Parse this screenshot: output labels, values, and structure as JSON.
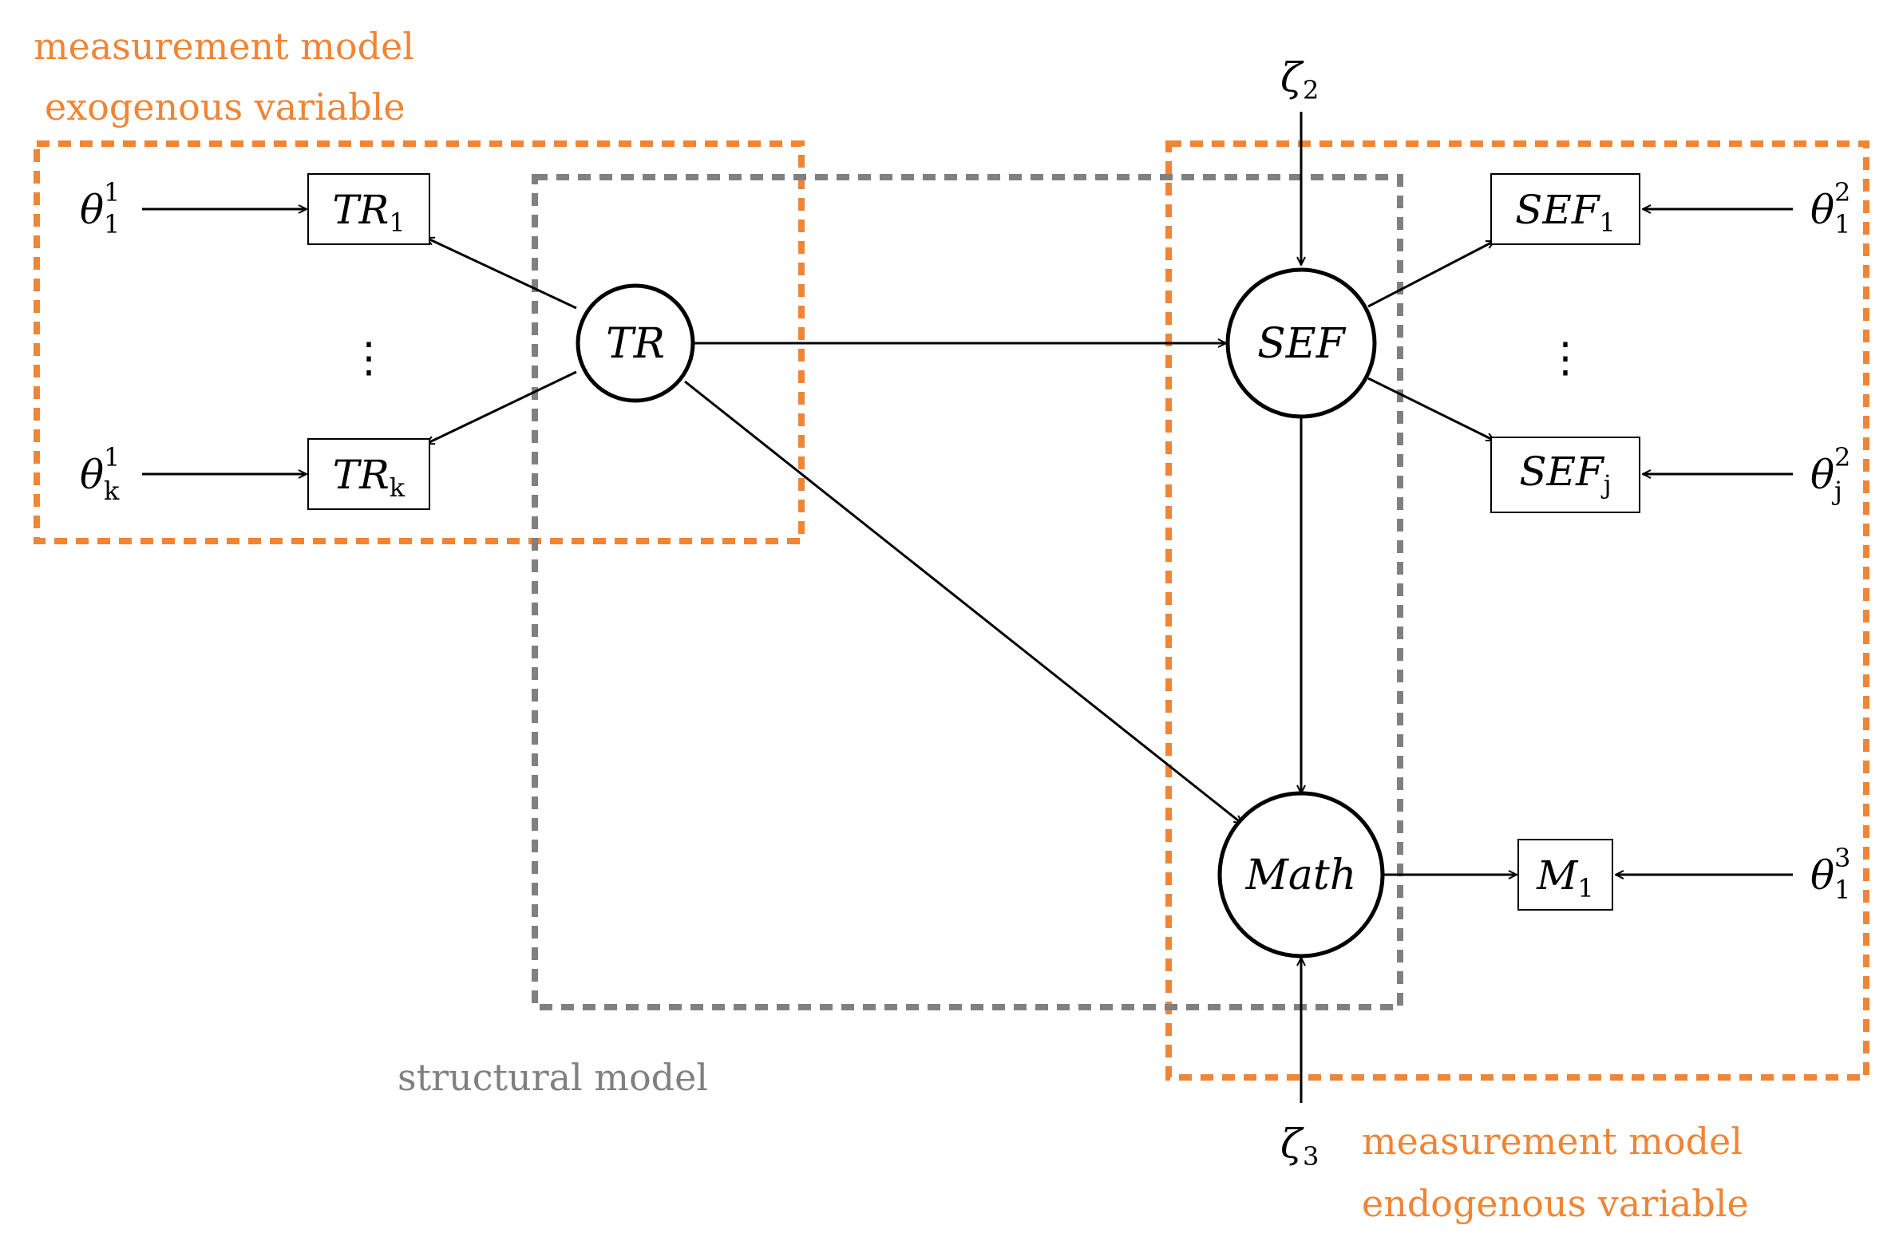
{
  "colors": {
    "measurement": "#ef8535",
    "structural": "#808080",
    "ink": "#000000"
  },
  "regions": {
    "measurement_exogenous": {
      "line1": "measurement model",
      "line2": "exogenous variable"
    },
    "measurement_endogenous": {
      "line1": "measurement model",
      "line2": "endogenous variable"
    },
    "structural": {
      "label": "structural model"
    }
  },
  "latent": {
    "tr": "TR",
    "sef": "SEF",
    "math": "Math"
  },
  "indicators": {
    "tr1": {
      "base": "TR",
      "sub": "1"
    },
    "trk": {
      "base": "TR",
      "sub": "k"
    },
    "sef1": {
      "base": "SEF",
      "sub": "1"
    },
    "sefj": {
      "base": "SEF",
      "sub": "j"
    },
    "m1": {
      "base": "M",
      "sub": "1"
    }
  },
  "errors": {
    "theta_1_1": {
      "sym": "θ",
      "sup": "1",
      "sub": "1"
    },
    "theta_k_1": {
      "sym": "θ",
      "sup": "1",
      "sub": "k"
    },
    "theta_1_2": {
      "sym": "θ",
      "sup": "2",
      "sub": "1"
    },
    "theta_j_2": {
      "sym": "θ",
      "sup": "2",
      "sub": "j"
    },
    "theta_1_3": {
      "sym": "θ",
      "sup": "3",
      "sub": "1"
    },
    "zeta_2": {
      "sym": "ζ",
      "sub": "2"
    },
    "zeta_3": {
      "sym": "ζ",
      "sub": "3"
    }
  },
  "ellipsis": "⋮"
}
